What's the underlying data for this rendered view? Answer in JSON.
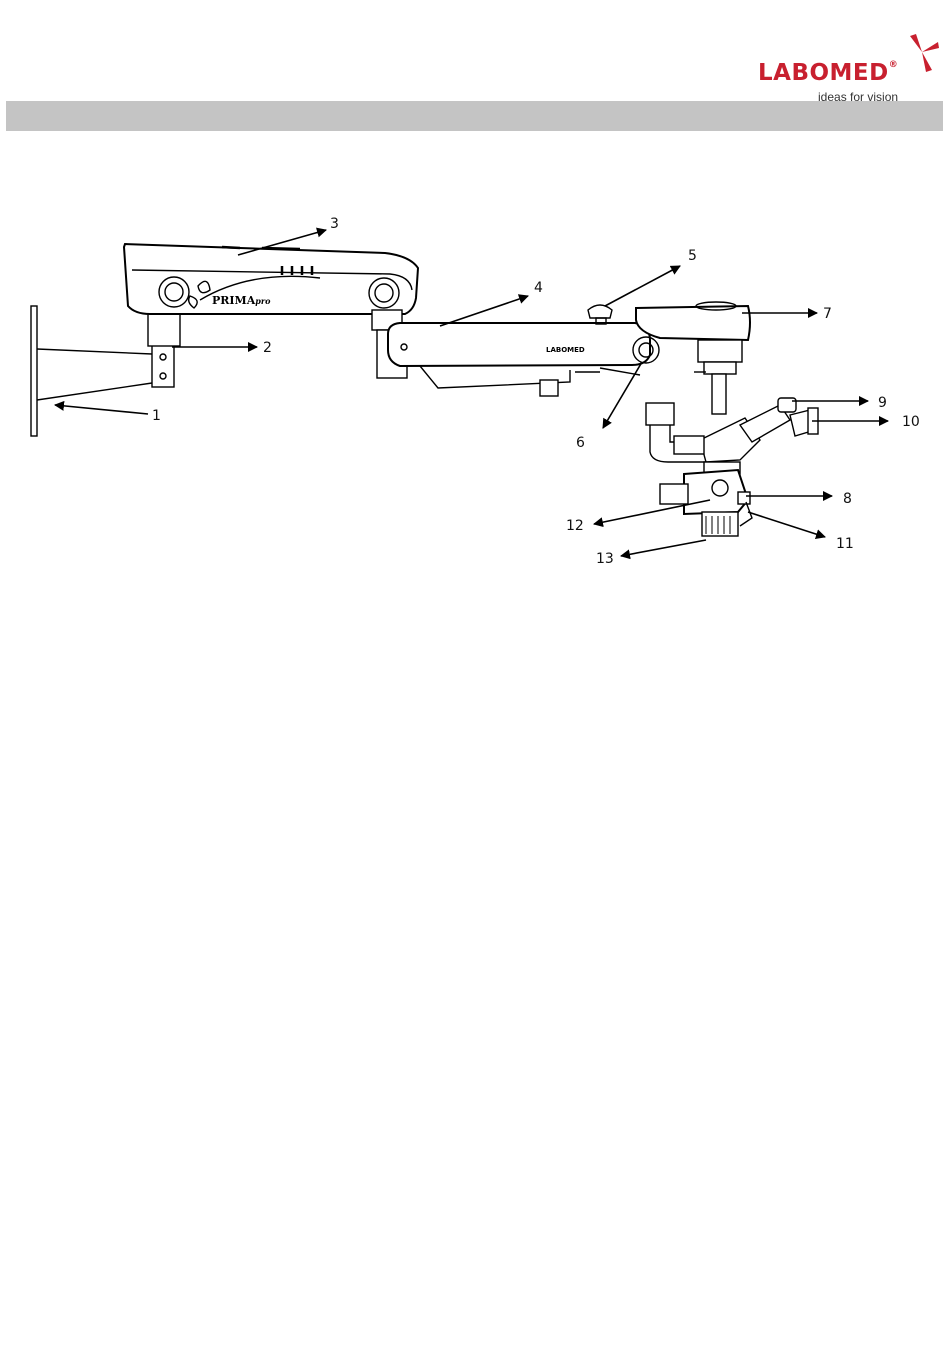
{
  "brand": {
    "name": "LABOMED",
    "registered": "®",
    "tagline": "ideas for vision",
    "color": "#c8202f"
  },
  "header_bar": {
    "color": "#c4c4c4"
  },
  "figure": {
    "product_label_main": "PRIMA",
    "product_label_sub": "pro",
    "arm_label": "LABOMED",
    "callouts": [
      "1",
      "2",
      "3",
      "4",
      "5",
      "6",
      "7",
      "8",
      "9",
      "10",
      "11",
      "12",
      "13"
    ]
  }
}
